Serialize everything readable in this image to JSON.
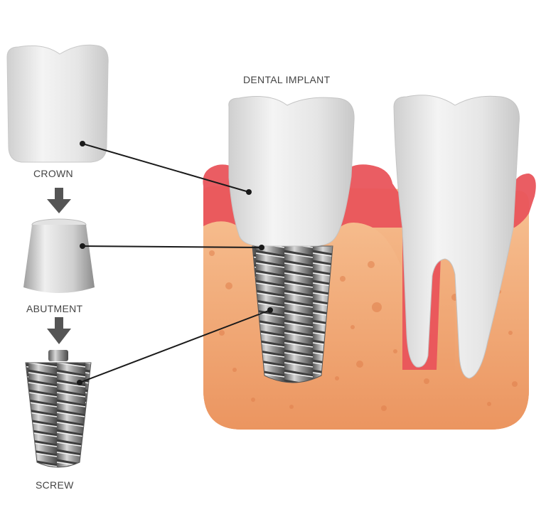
{
  "labels": {
    "title": "DENTAL IMPLANT",
    "crown": "CROWN",
    "abutment": "ABUTMENT",
    "screw": "SCREW"
  },
  "colors": {
    "gum": "#e9545b",
    "bone": "#f0a06d",
    "tooth": "#e4e4e4",
    "metal": "#8a8a8a",
    "arrow": "#555555",
    "leader": "#1a1a1a"
  },
  "icons": {
    "crown": "crown-icon",
    "abutment": "abutment-icon",
    "screw": "screw-icon",
    "arrow": "down-arrow-icon"
  }
}
